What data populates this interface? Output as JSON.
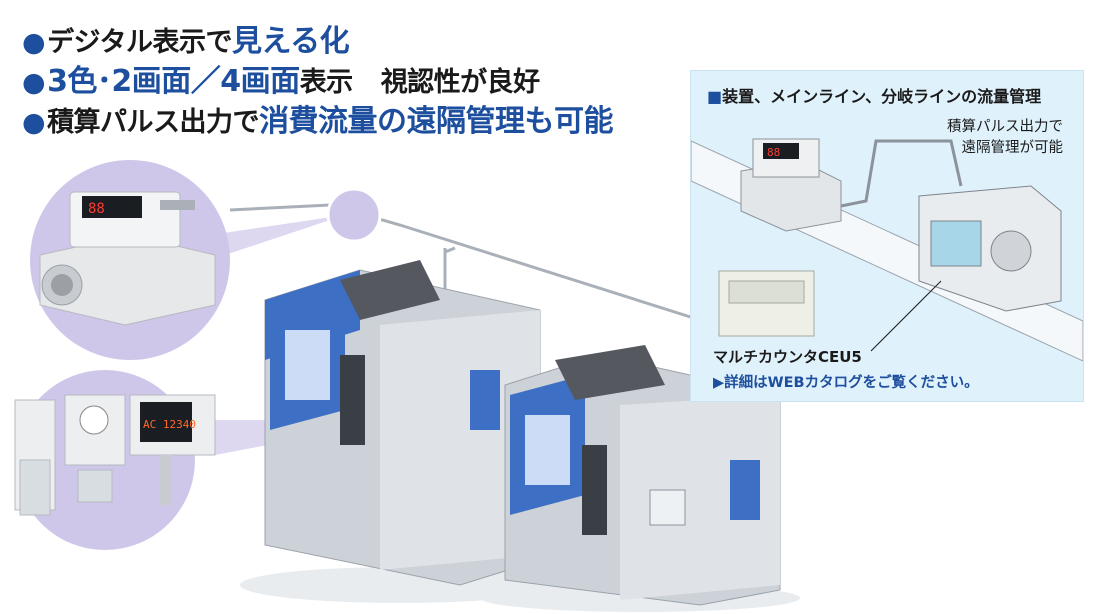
{
  "features": [
    {
      "plain": "デジタル表示で",
      "highlight": "見える化",
      "rest": ""
    },
    {
      "highlight": "3色･2画面／4画面",
      "plain": "表示",
      "rest": "視認性が良好"
    },
    {
      "plain": "積算パルス出力で",
      "highlight": "消費流量の遠隔管理も可能",
      "rest": ""
    }
  ],
  "bullet": "●",
  "inset": {
    "bullet": "■",
    "title": "装置、メインライン、分岐ラインの流量管理",
    "note_line1": "積算パルス出力で",
    "note_line2": "遠隔管理が可能",
    "caption": "マルチカウンタCEU5",
    "link": "▶詳細はWEBカタログをご覧ください。"
  },
  "display": {
    "panel_text": "AC 12340"
  },
  "colors": {
    "accent_blue": "#1d4f9e",
    "inset_bg": "#dff1fb",
    "lavender": "#cfc7ea",
    "machine_gray": "#cdd2d8",
    "machine_blue": "#3d6fc4"
  }
}
